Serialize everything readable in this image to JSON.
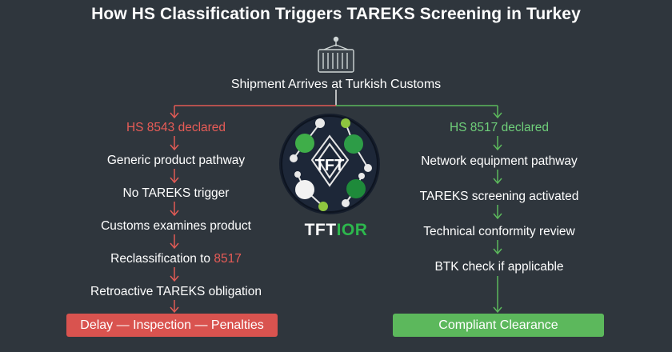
{
  "title": "How HS Classification Triggers TAREKS Screening in Turkey",
  "start": {
    "label": "Shipment Arrives at Turkish Customs",
    "icon": "shipping-container-icon"
  },
  "left_branch": {
    "code_prefix": "HS 8543 declared",
    "steps": [
      "Generic product pathway",
      "No TAREKS trigger",
      "Customs examines product"
    ],
    "reclass_prefix": "Reclassification to ",
    "reclass_code": "8517",
    "step_last": "Retroactive TAREKS obligation",
    "outcome": "Delay — Inspection — Penalties",
    "color": "#d9534f"
  },
  "right_branch": {
    "code": "HS 8517 declared",
    "steps": [
      "Network equipment pathway",
      "TAREKS screening activated",
      "Technical conformity review",
      "BTK check if applicable"
    ],
    "outcome": "Compliant Clearance",
    "color": "#5cb85c"
  },
  "logo": {
    "emblem_text": "TFT",
    "brand_prefix": "TFT",
    "brand_suffix": "IOR",
    "suffix_color": "#2db84d"
  }
}
